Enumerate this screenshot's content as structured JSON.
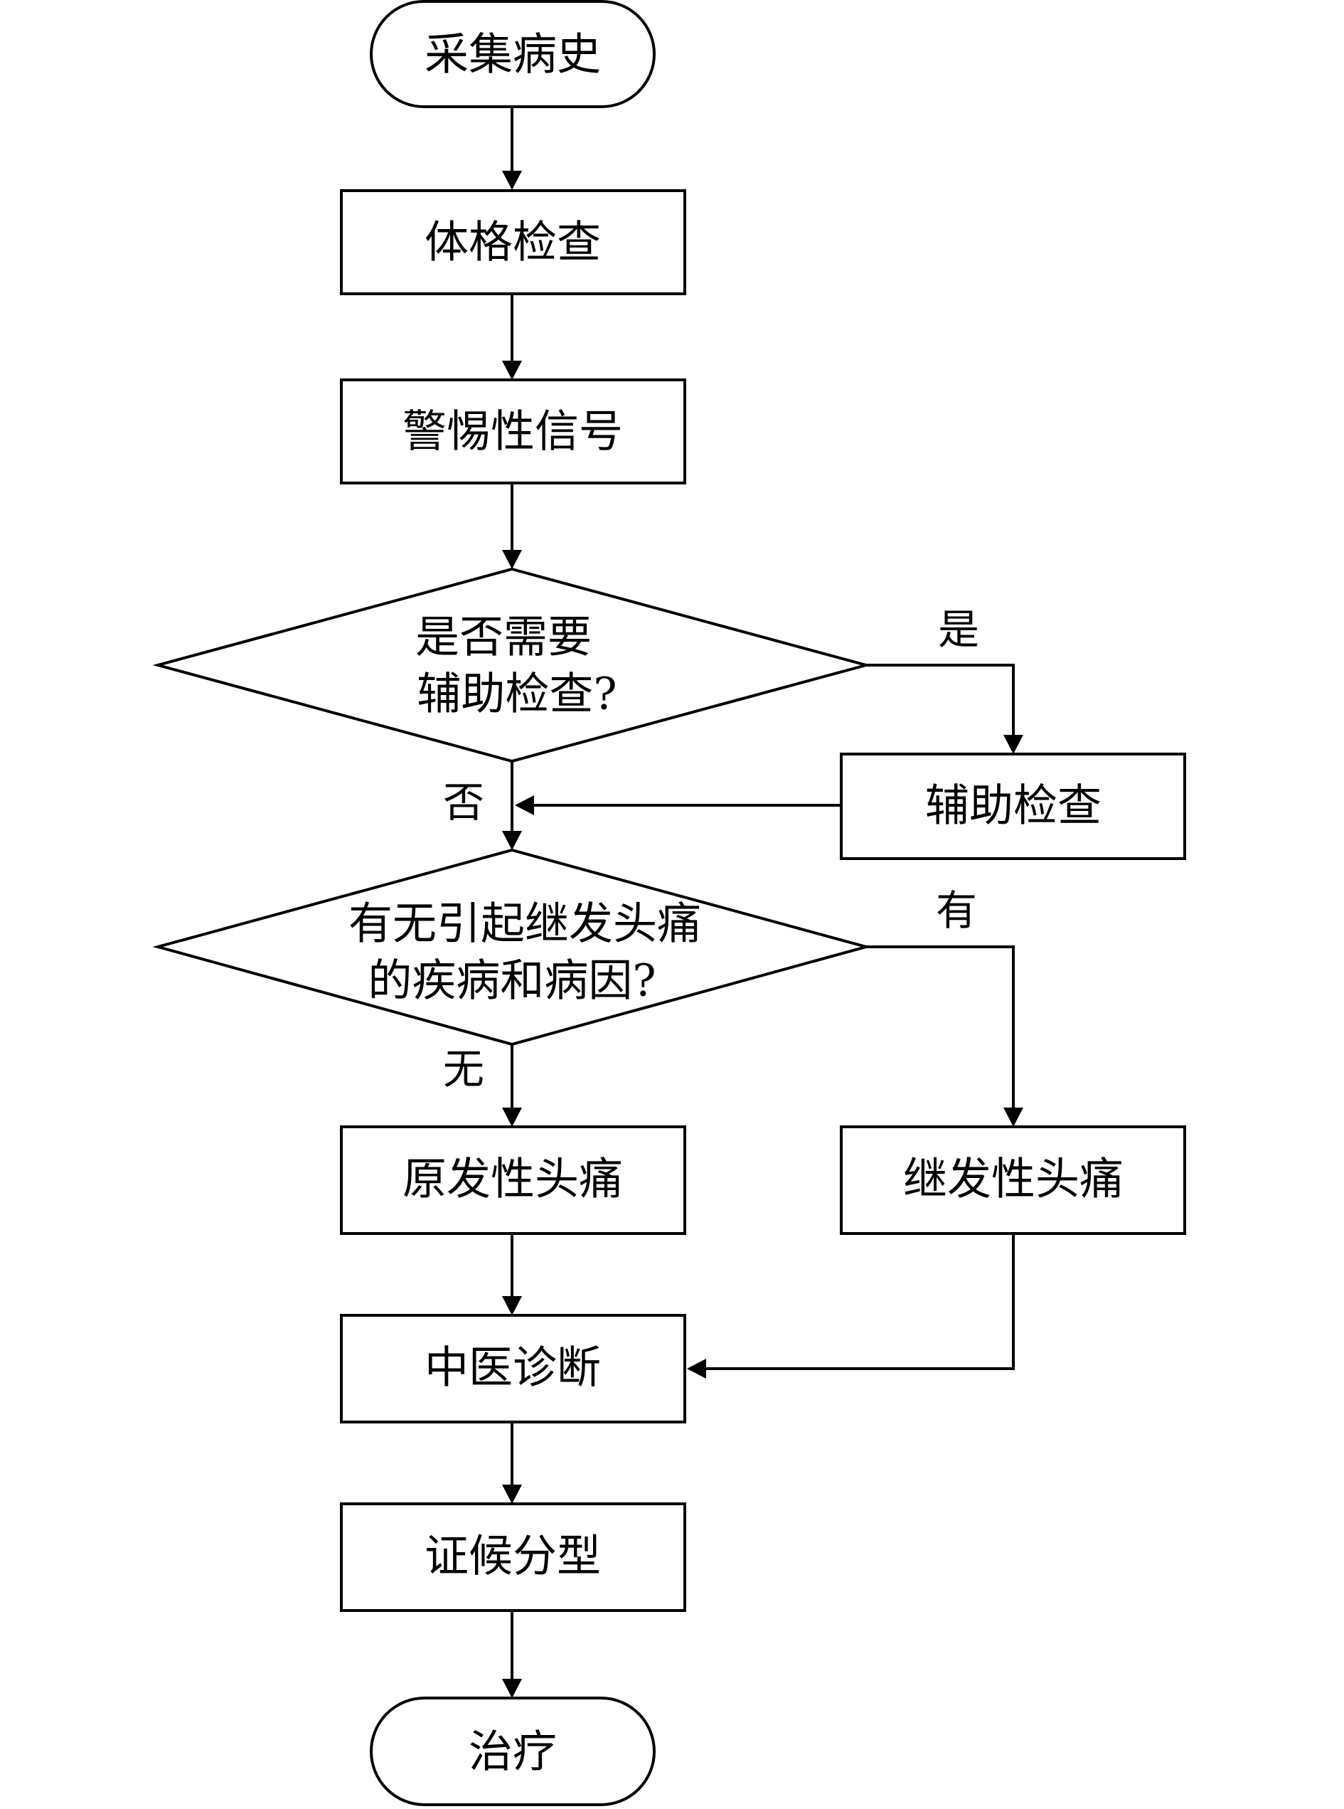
{
  "nodes": {
    "history": "采集病史",
    "physical_exam": "体格检查",
    "warning_signs": "警惕性信号",
    "need_aux_line1": "是否需要",
    "need_aux_line2": "辅助检查?",
    "aux_exam": "辅助检查",
    "secondary_cause_line1": "有无引起继发头痛",
    "secondary_cause_line2": "的疾病和病因?",
    "primary_headache": "原发性头痛",
    "secondary_headache": "继发性头痛",
    "tcm_diagnosis": "中医诊断",
    "syndrome_typing": "证候分型",
    "treatment": "治疗"
  },
  "edge_labels": {
    "yes": "是",
    "no": "否",
    "has": "有",
    "none": "无"
  }
}
